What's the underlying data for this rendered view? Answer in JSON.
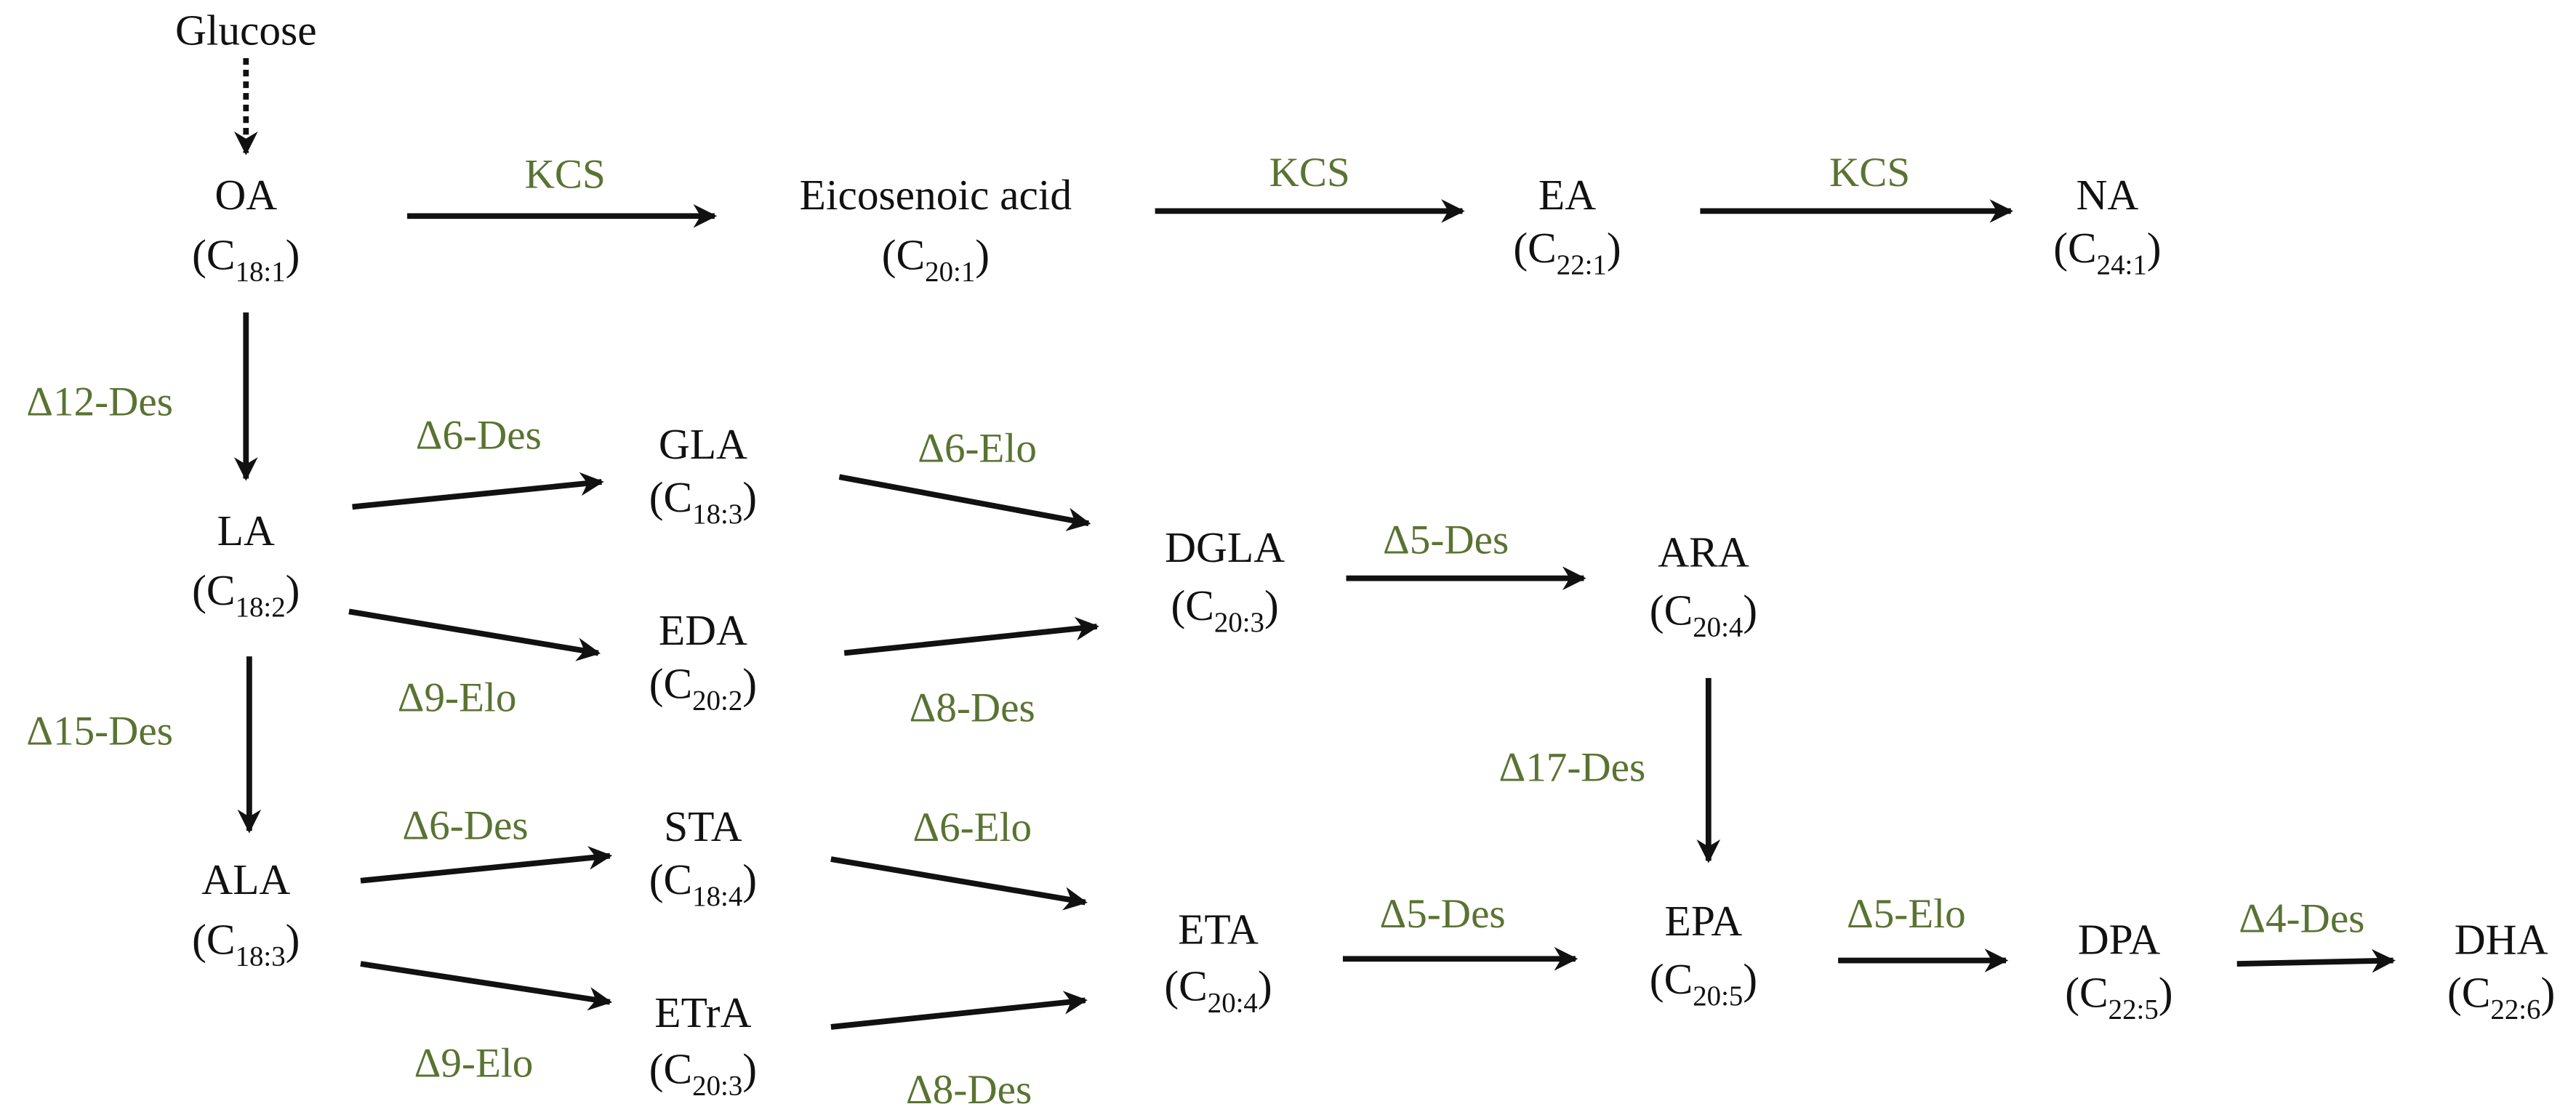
{
  "colors": {
    "enzyme": "#5a7332",
    "compound": "#111111",
    "arrow": "#111111"
  },
  "compounds": {
    "glucose": {
      "name": "Glucose"
    },
    "oa": {
      "name": "OA",
      "formula": "C",
      "sub": "18:1"
    },
    "eicosenoic": {
      "name": "Eicosenoic acid",
      "formula": "C",
      "sub": "20:1"
    },
    "ea": {
      "name": "EA",
      "formula": "C",
      "sub": "22:1"
    },
    "na": {
      "name": "NA",
      "formula": "C",
      "sub": "24:1"
    },
    "la": {
      "name": "LA",
      "formula": "C",
      "sub": "18:2"
    },
    "gla": {
      "name": "GLA",
      "formula": "C",
      "sub": "18:3"
    },
    "eda": {
      "name": "EDA",
      "formula": "C",
      "sub": "20:2"
    },
    "dgla": {
      "name": "DGLA",
      "formula": "C",
      "sub": "20:3"
    },
    "ara": {
      "name": "ARA",
      "formula": "C",
      "sub": "20:4"
    },
    "ala": {
      "name": "ALA",
      "formula": "C",
      "sub": "18:3"
    },
    "sta": {
      "name": "STA",
      "formula": "C",
      "sub": "18:4"
    },
    "etra": {
      "name": "ETrA",
      "formula": "C",
      "sub": "20:3"
    },
    "eta": {
      "name": "ETA",
      "formula": "C",
      "sub": "20:4"
    },
    "epa": {
      "name": "EPA",
      "formula": "C",
      "sub": "20:5"
    },
    "dpa": {
      "name": "DPA",
      "formula": "C",
      "sub": "22:5"
    },
    "dha": {
      "name": "DHA",
      "formula": "C",
      "sub": "22:6"
    }
  },
  "enzymes": {
    "oa_eicosenoic": "KCS",
    "eicosenoic_ea": "KCS",
    "ea_na": "KCS",
    "oa_la": "Δ12-Des",
    "la_ala": "Δ15-Des",
    "la_gla": "Δ6-Des",
    "la_eda": "Δ9-Elo",
    "gla_dgla": "Δ6-Elo",
    "eda_dgla": "Δ8-Des",
    "dgla_ara": "Δ5-Des",
    "ara_epa": "Δ17-Des",
    "ala_sta": "Δ6-Des",
    "ala_etra": "Δ9-Elo",
    "sta_eta": "Δ6-Elo",
    "etra_eta": "Δ8-Des",
    "eta_epa": "Δ5-Des",
    "epa_dpa": "Δ5-Elo",
    "dpa_dha": "Δ4-Des"
  }
}
